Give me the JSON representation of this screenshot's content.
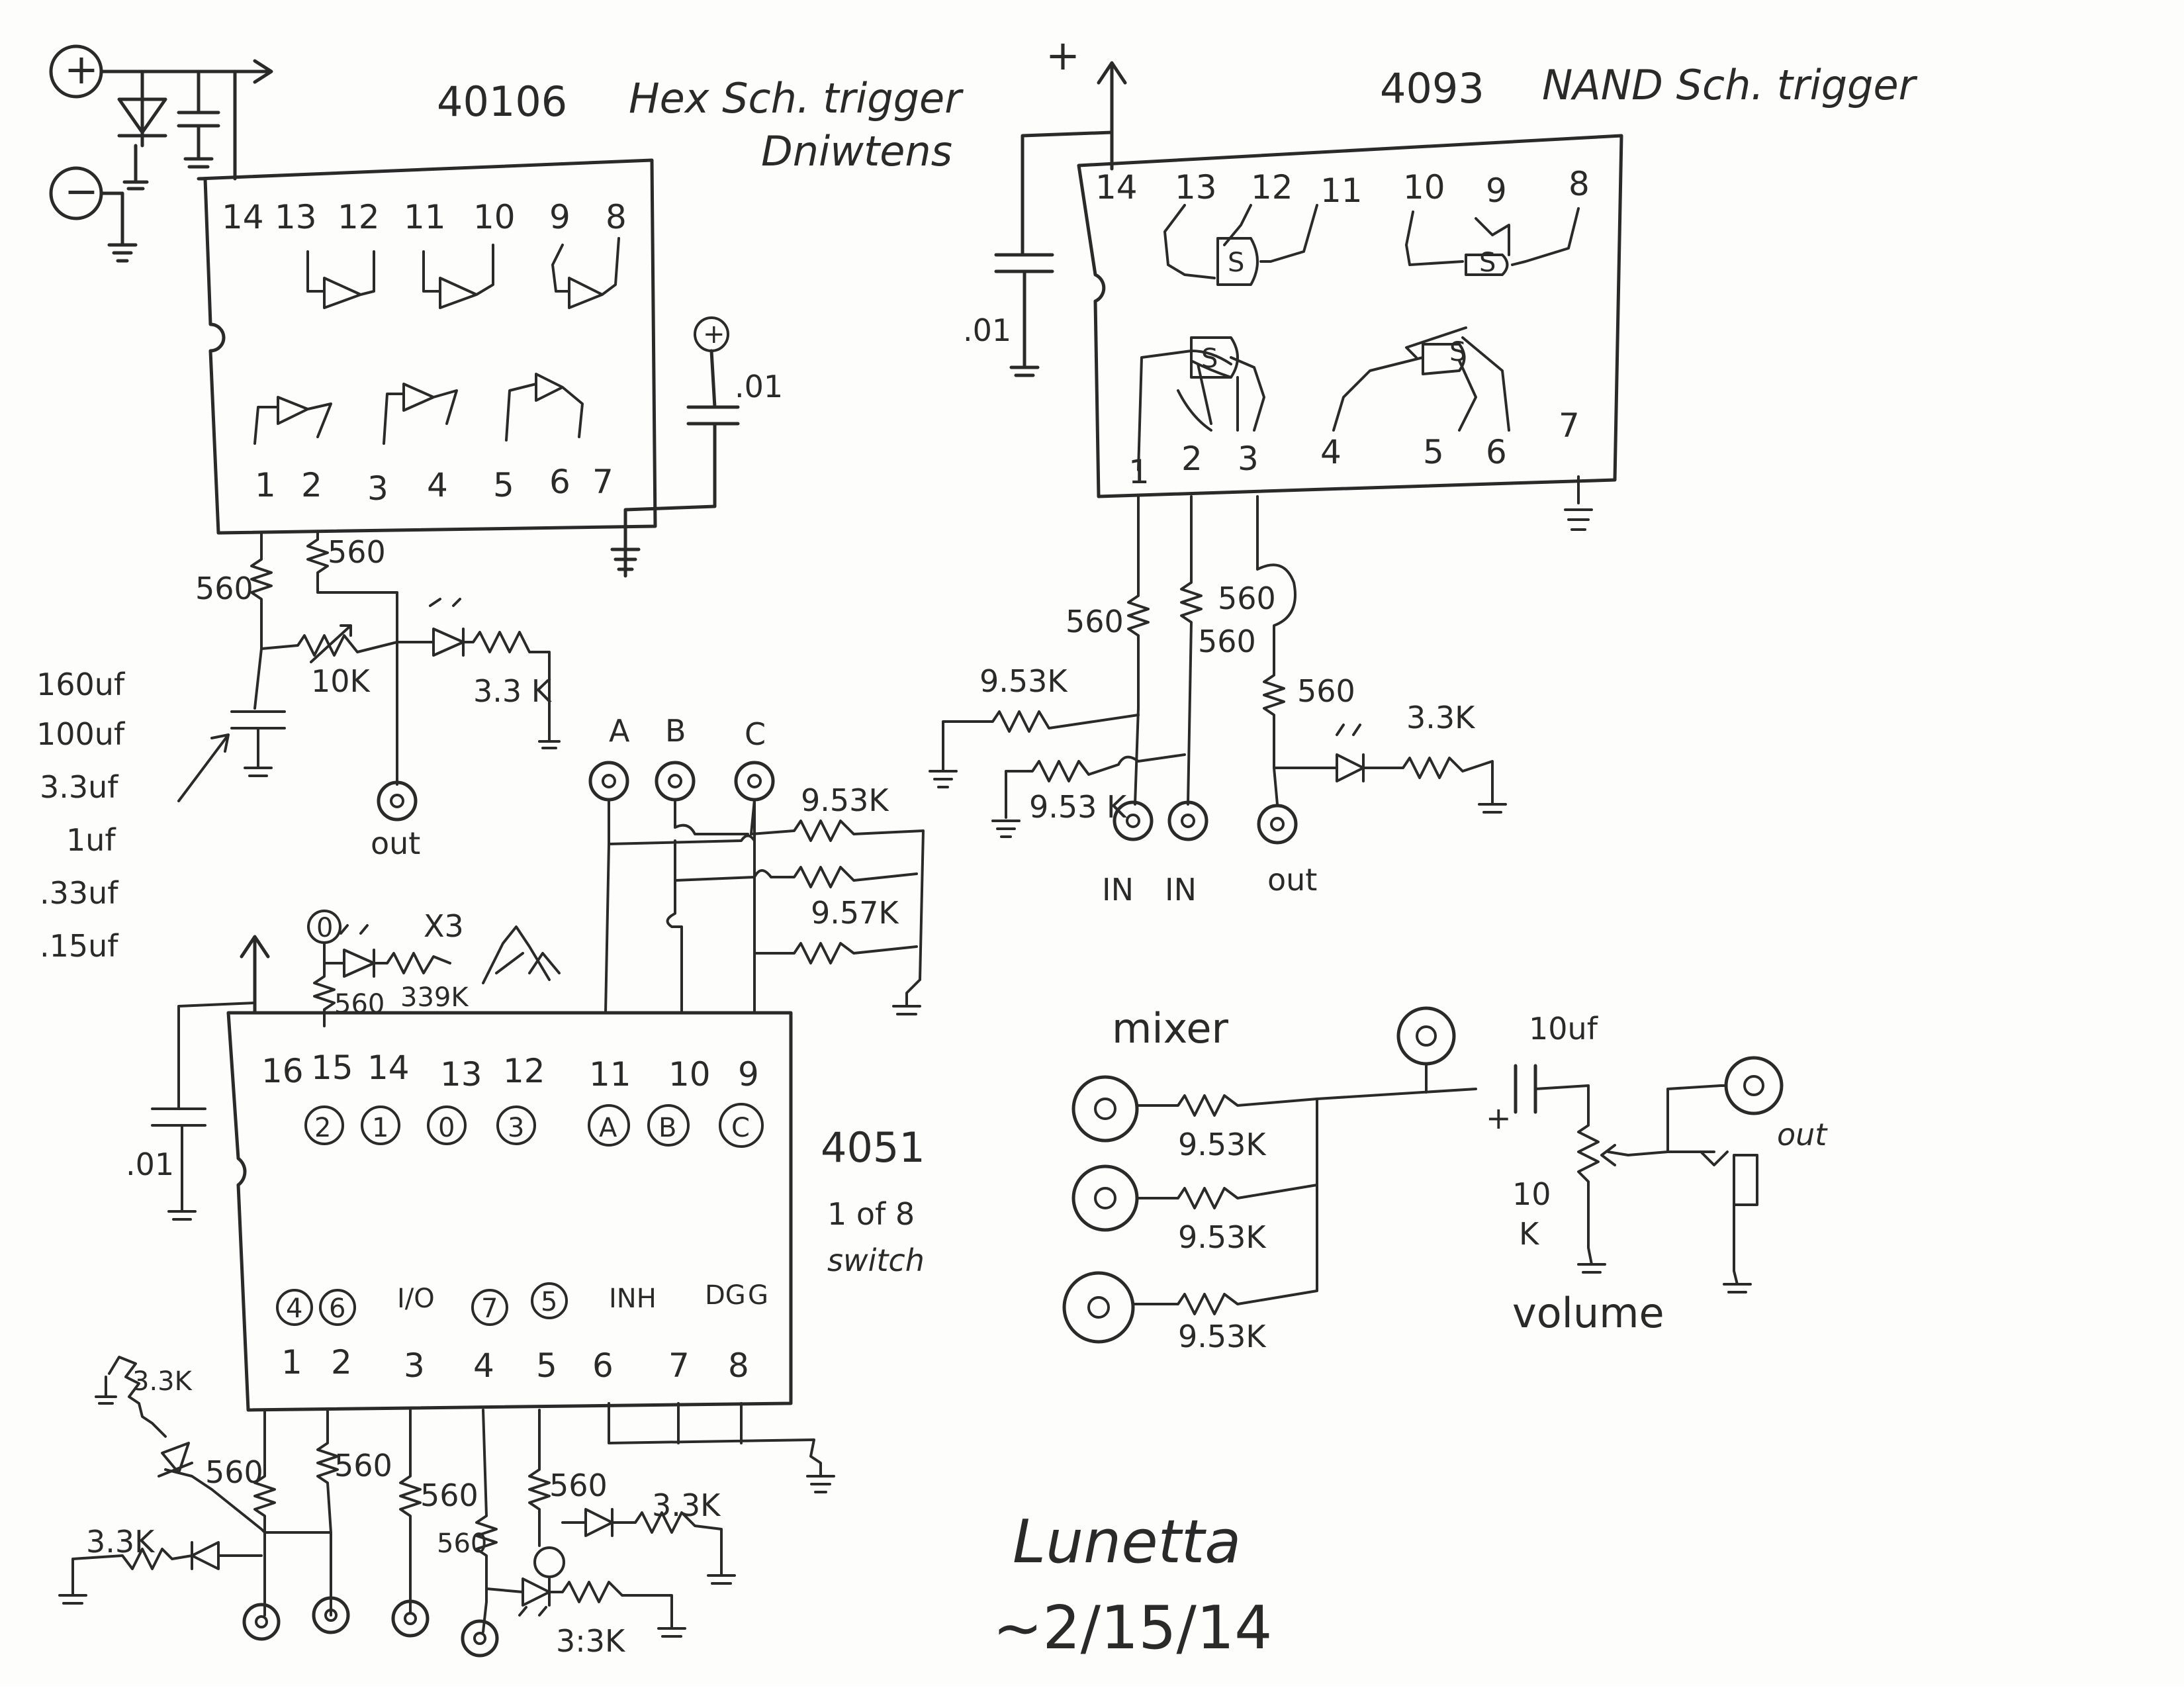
{
  "labels": {
    "plus": "+",
    "minus": "−",
    "plus_top": "+",
    "hex_part": "40106",
    "hex_desc": "Hex Sch. trigger",
    "hex_desc2": "Dniwtens",
    "nand_part": "4093",
    "nand_desc": "NAND Sch. trigger",
    "mux_part": "4051",
    "mux_desc1": "1 of 8",
    "mux_desc2": "switch",
    "cap_01": ".01",
    "r560": "560",
    "r10k": "10K",
    "r33k": "3.3 K",
    "r33k_b": "3.3K",
    "r33k_c": "3:3K",
    "r953k": "9.53K",
    "r953k_b": "9.53 K",
    "r953k_c": "9.57K",
    "r339k": "339K",
    "x3": "X3",
    "caps_list": [
      "160uf",
      "100uf",
      "3.3uf",
      "1uf",
      ".33uf",
      ".15uf"
    ],
    "out": "out",
    "in": "IN",
    "a": "A",
    "b": "B",
    "c": "C",
    "mixer": "mixer",
    "cap_10uf": "10uf",
    "cap_plus": "+",
    "pot_10k_1": "10",
    "pot_10k_2": "K",
    "volume": "volume",
    "out_italic": "out",
    "signature": "Lunetta",
    "date": "~2/15/14"
  },
  "hex_pins_top": [
    "14",
    "13",
    "12",
    "11",
    "10",
    "9",
    "8"
  ],
  "hex_pins_bottom": [
    "1",
    "2",
    "3",
    "4",
    "5",
    "6",
    "7"
  ],
  "nand_pins_top": [
    "14",
    "13",
    "12",
    "11",
    "10",
    "9",
    "8"
  ],
  "nand_pins_bottom": [
    "1",
    "2",
    "3",
    "4",
    "5",
    "6",
    "7"
  ],
  "mux_pins_top": [
    "16",
    "15",
    "14",
    "13",
    "12",
    "11",
    "10",
    "9"
  ],
  "mux_pins_top_circled": [
    "2",
    "1",
    "0",
    "3",
    "A",
    "B",
    "C"
  ],
  "mux_pins_bottom": [
    "1",
    "2",
    "3",
    "4",
    "5",
    "6",
    "7",
    "8"
  ],
  "mux_pins_bottom_marks": [
    "4",
    "6",
    "I/O",
    "7",
    "5",
    "INH",
    "DG",
    "G"
  ],
  "gate_letters": [
    "S",
    "S",
    "S",
    "S"
  ]
}
